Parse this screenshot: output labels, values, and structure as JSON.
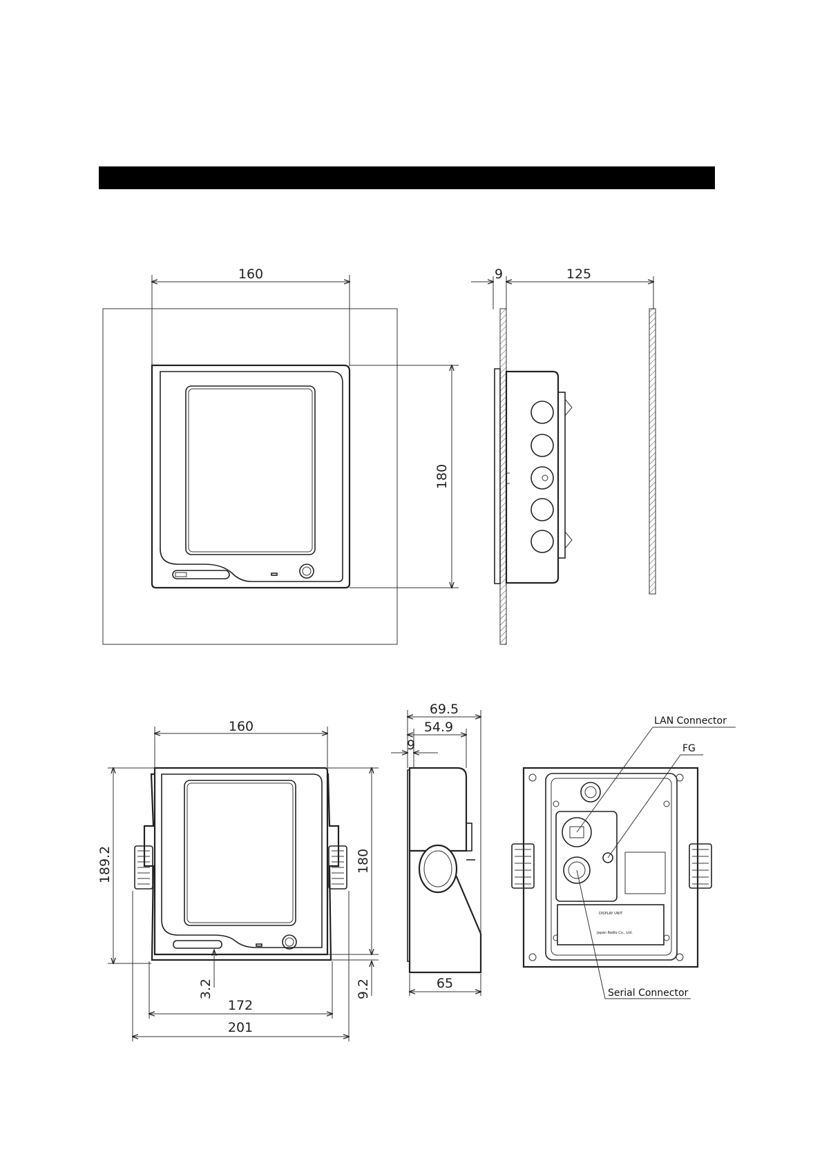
{
  "dimensions": {
    "top_front_width": "160",
    "top_side_panel": "9",
    "top_side_depth": "125",
    "top_front_height": "180",
    "front_width": "160",
    "front_total_height": "189.2",
    "front_height": "180",
    "front_bottom_offset": "3.2",
    "front_side_offset": "9.2",
    "front_width_172": "172",
    "front_width_201": "201",
    "side_depth_total": "69.5",
    "side_depth_body": "54.9",
    "side_panel": "9",
    "side_base": "65"
  },
  "callouts": {
    "lan": "LAN Connector",
    "fg": "FG",
    "serial": "Serial Connector"
  },
  "nameplate": {
    "unit": "DISPLAY UNIT",
    "maker": "Japan Radio Co., Ltd."
  },
  "colors": {
    "line": "#222222",
    "bar": "#000000"
  }
}
